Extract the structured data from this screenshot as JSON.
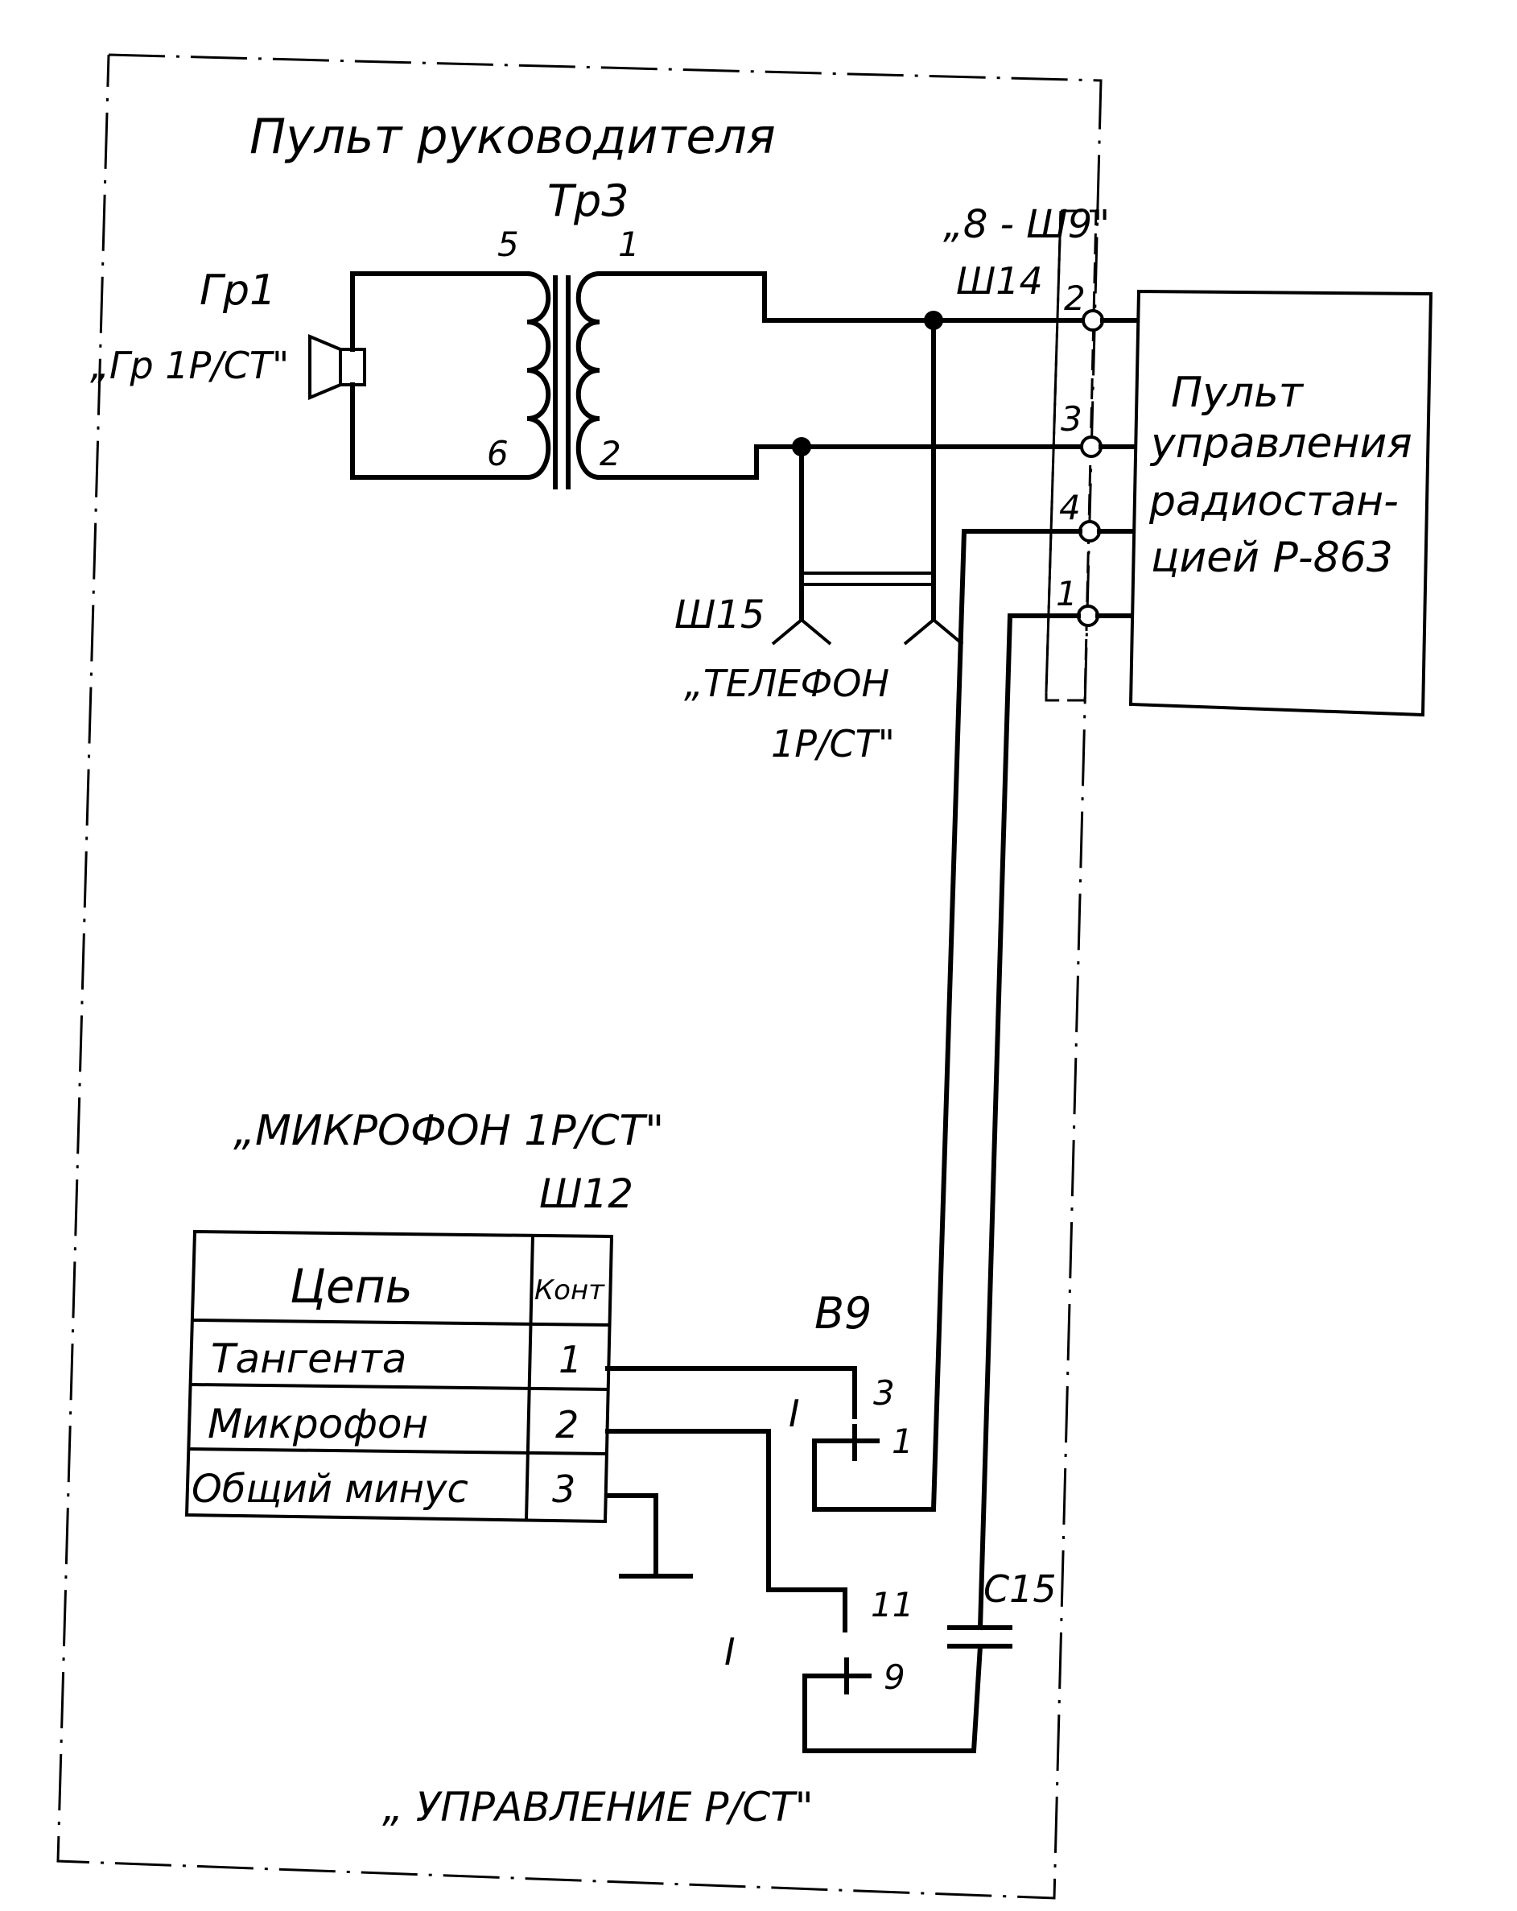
{
  "labels": {
    "panel_title": "Пульт руководителя",
    "transformer": "Тр3",
    "speaker_ref": "Гр1",
    "speaker_name": "„Гр 1Р/СТ\"",
    "wind_5": "5",
    "wind_1": "1",
    "wind_6": "6",
    "wind_2": "2",
    "connector_ref": "„8 - Ш9\"",
    "plug_ref": "Ш14",
    "pin_2": "2",
    "pin_3": "3",
    "pin_4": "4",
    "pin_1": "1",
    "remote_line1": "Пульт",
    "remote_line2": "управления",
    "remote_line3": "радиостан-",
    "remote_line4": "цией Р-863",
    "phone_ref": "Ш15",
    "phone_line1": "„ТЕЛЕФОН",
    "phone_line2": "1Р/СТ\"",
    "mic_name": "„МИКРОФОН 1Р/СТ\"",
    "mic_ref": "Ш12",
    "switch_ref": "В9",
    "sw1_pos": "I",
    "sw1_c3": "3",
    "sw1_c1": "1",
    "sw2_pos": "I",
    "sw2_c11": "11",
    "sw2_c9": "9",
    "capacitor": "С15",
    "bottom_caption": "„ УПРАВЛЕНИЕ Р/СТ\""
  },
  "table": {
    "header_circuit": "Цепь",
    "header_contact": "Конт",
    "rows": [
      {
        "circuit": "Тангента",
        "contact": "1"
      },
      {
        "circuit": "Микрофон",
        "contact": "2"
      },
      {
        "circuit": "Общий минус",
        "contact": "3"
      }
    ]
  }
}
